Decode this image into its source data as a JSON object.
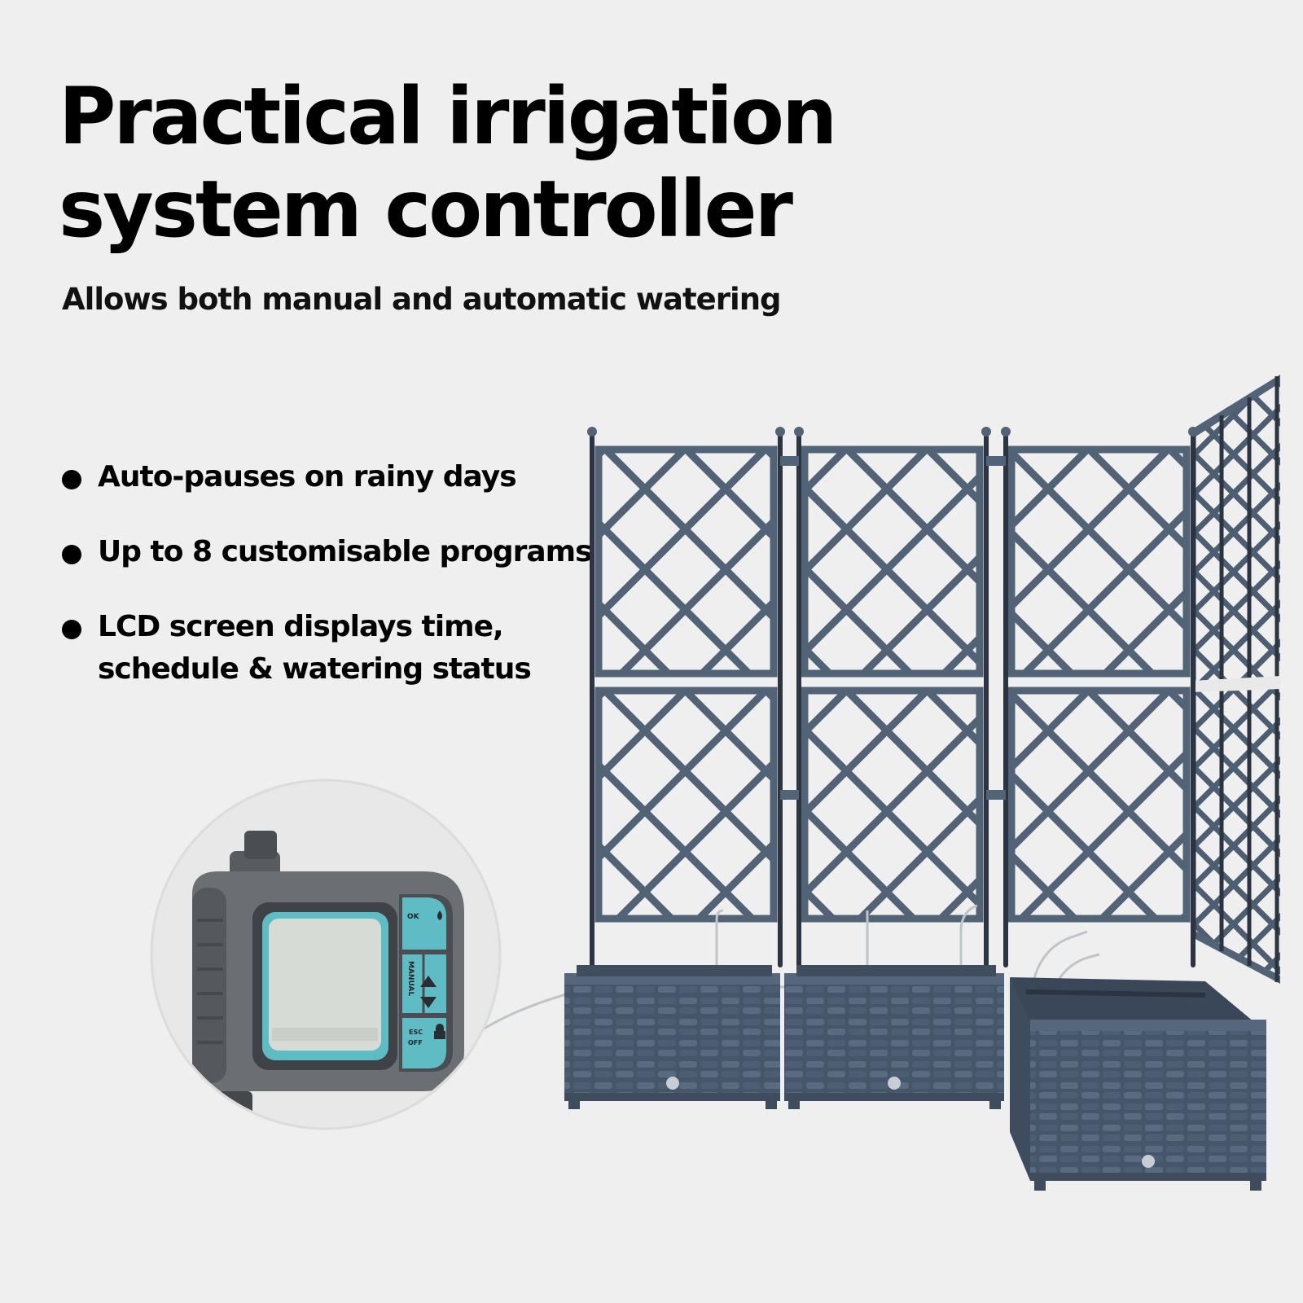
{
  "headline": {
    "line1": "Practical irrigation",
    "line2": "system controller"
  },
  "subtitle": "Allows both manual and automatic watering",
  "features": [
    {
      "lines": [
        "Auto-pauses on rainy days"
      ]
    },
    {
      "lines": [
        "Up to 8 customisable programs"
      ]
    },
    {
      "lines": [
        "LCD screen displays time,",
        "schedule & watering status"
      ]
    }
  ],
  "controller": {
    "buttons": {
      "ok": "OK",
      "manual": "MANUAL",
      "esc": "ESC",
      "off": "OFF"
    }
  },
  "colors": {
    "background": "#efefef",
    "planter": "#4a5a6e",
    "trellis": "#536377",
    "controller_body": "#6b6f74",
    "controller_buttons": "#5fbcc4"
  },
  "icons": [
    "up-arrow-icon",
    "down-arrow-icon",
    "lock-icon",
    "drop-icon"
  ]
}
